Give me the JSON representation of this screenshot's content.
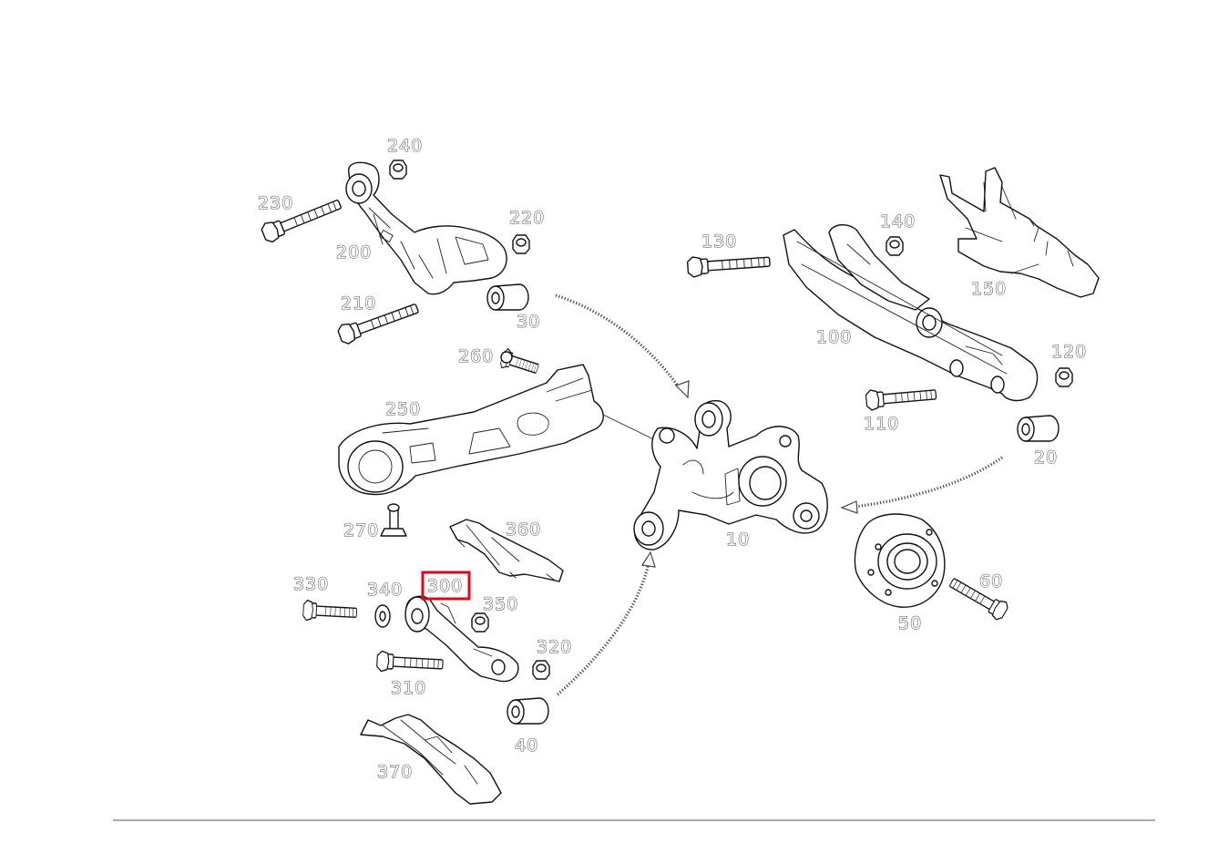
{
  "diagram": {
    "highlighted_callout": "300",
    "highlight_color": "#e30613",
    "callouts": {
      "c10": "10",
      "c20": "20",
      "c30": "30",
      "c40": "40",
      "c50": "50",
      "c60": "60",
      "c100": "100",
      "c110": "110",
      "c120": "120",
      "c130": "130",
      "c140": "140",
      "c150": "150",
      "c200": "200",
      "c210": "210",
      "c220": "220",
      "c230": "230",
      "c240": "240",
      "c250": "250",
      "c260": "260",
      "c270": "270",
      "c300": "300",
      "c310": "310",
      "c320": "320",
      "c330": "330",
      "c340": "340",
      "c350": "350",
      "c360": "360",
      "c370": "370"
    }
  }
}
